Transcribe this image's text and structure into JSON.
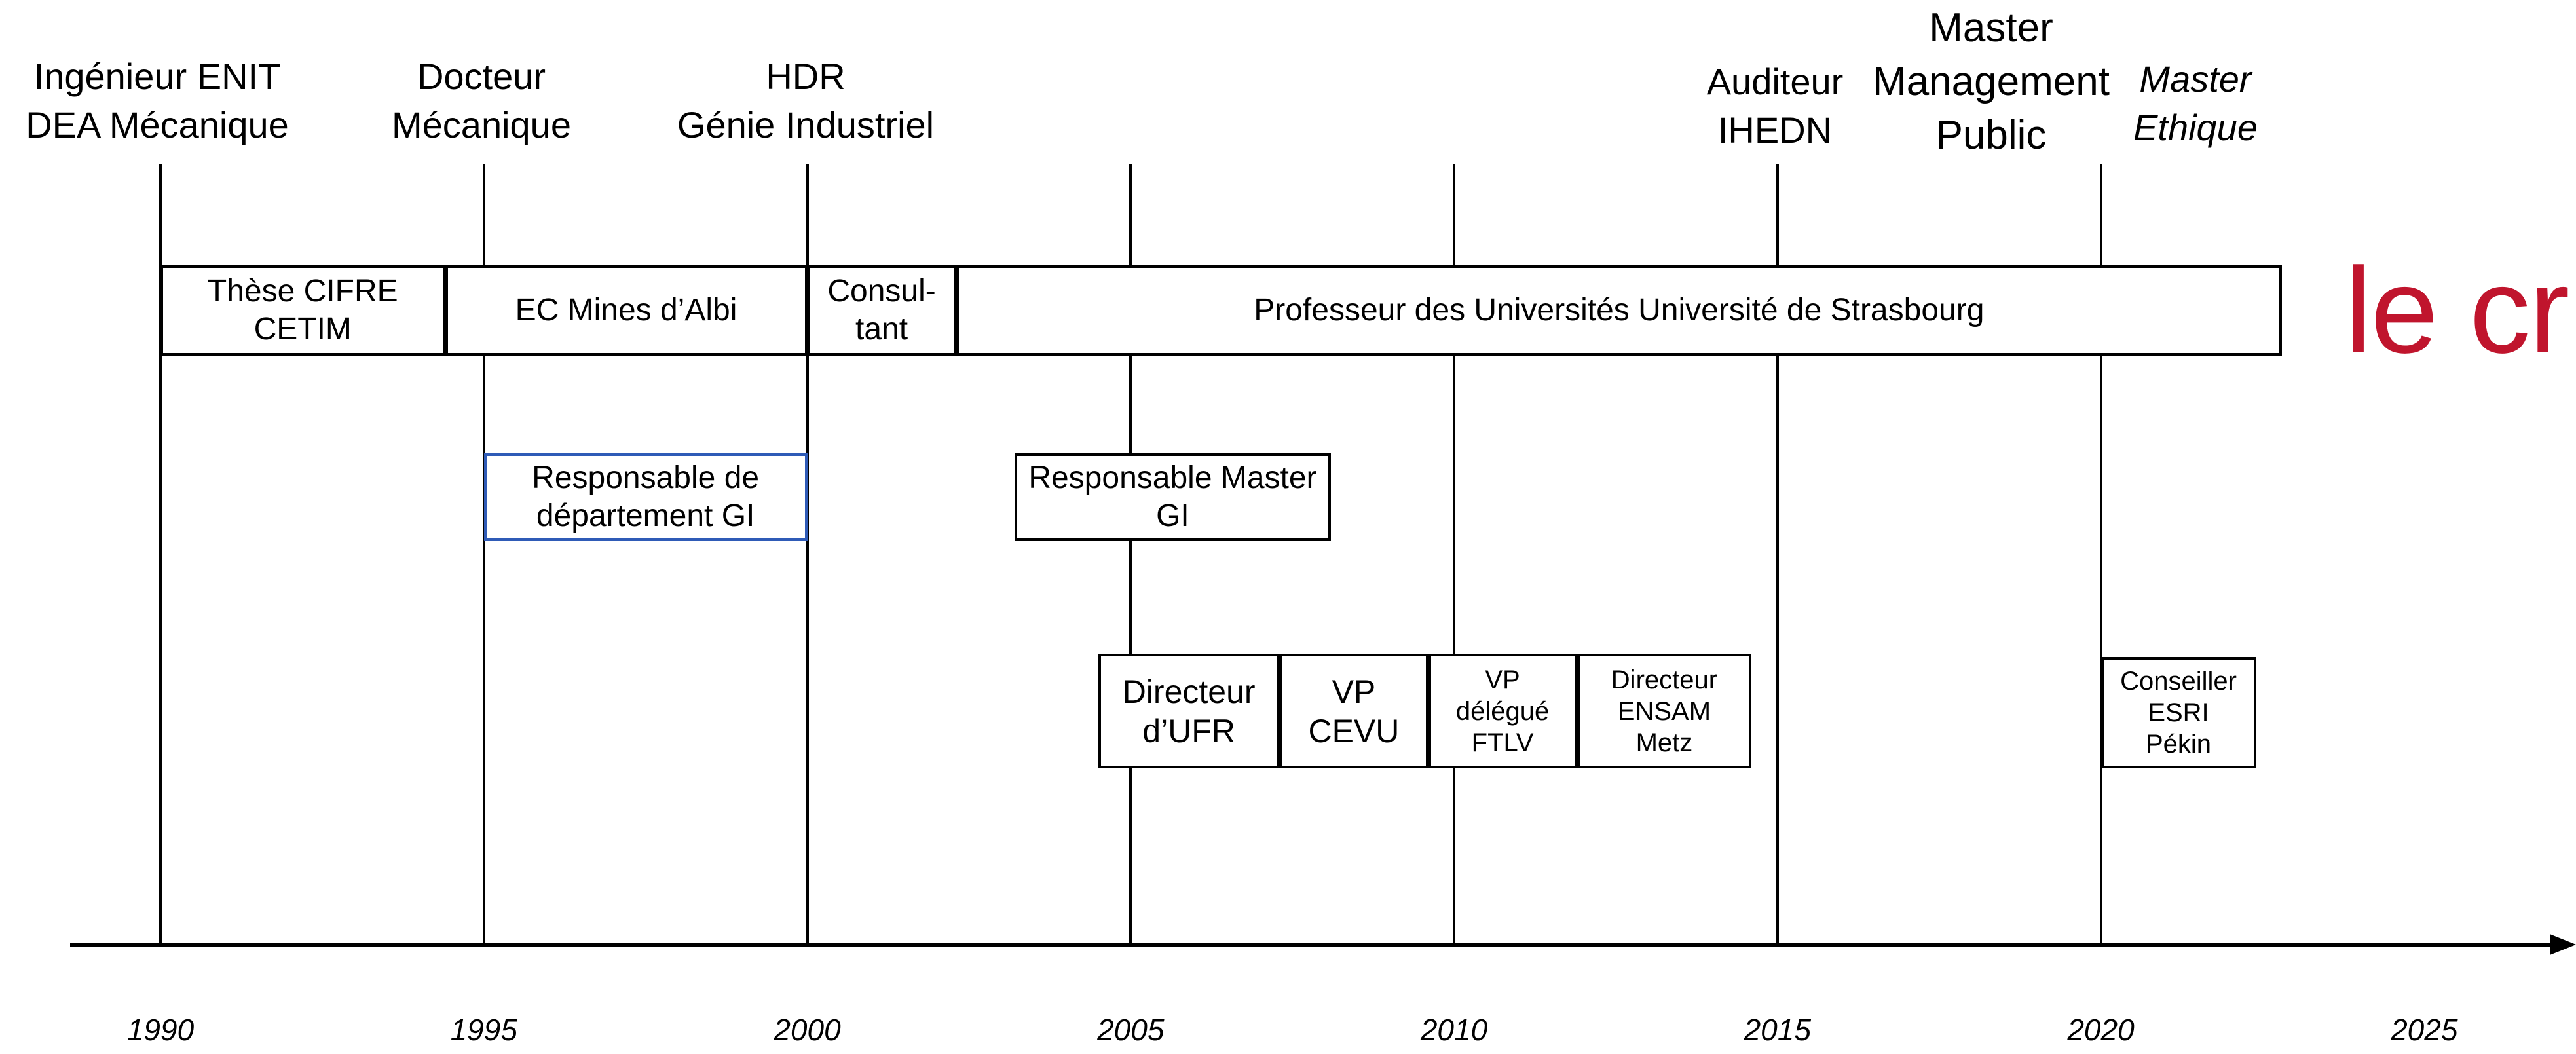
{
  "degrees": [
    {
      "label": "Ingénieur ENIT\nDEA Mécanique",
      "italic": false
    },
    {
      "label": "Docteur\nMécanique",
      "italic": false
    },
    {
      "label": "HDR\nGénie Industriel",
      "italic": false
    },
    {
      "label": "Auditeur\nIHEDN",
      "italic": false
    },
    {
      "label": "Master\nManagement\nPublic",
      "italic": false
    },
    {
      "label": "Master\nEthique",
      "italic": true
    }
  ],
  "career": [
    {
      "label": "Thèse CIFRE\nCETIM",
      "start": 1990,
      "end": 1994.4
    },
    {
      "label": "EC Mines d’Albi",
      "start": 1994.4,
      "end": 2000
    },
    {
      "label": "Consul-\ntant",
      "start": 2000,
      "end": 2002.3
    },
    {
      "label": "Professeur des Universités Université de Strasbourg",
      "start": 2002.3,
      "end": 2022.8
    }
  ],
  "responsibilities": [
    {
      "label": "Responsable de\ndépartement GI",
      "start": 1995,
      "end": 2000
    },
    {
      "label": "Responsable Master\nGI",
      "start": 2003.2,
      "end": 2008.1
    }
  ],
  "positions": [
    {
      "label": "Directeur\nd’UFR",
      "start": 2004.5,
      "end": 2007.3
    },
    {
      "label": "VP\nCEVU",
      "start": 2007.3,
      "end": 2009.6
    },
    {
      "label": "VP\ndélégué\nFTLV",
      "start": 2009.6,
      "end": 2011.9
    },
    {
      "label": "Directeur\nENSAM\nMetz",
      "start": 2011.9,
      "end": 2014.6
    },
    {
      "label": "Conseiller\nESRI\nPékin",
      "start": 2020,
      "end": 2022.4
    }
  ],
  "axis": {
    "ticks": [
      "1990",
      "1995",
      "2000",
      "2005",
      "2010",
      "2015",
      "2020",
      "2025"
    ],
    "gridlines": [
      1990,
      1995,
      2000,
      2005,
      2010,
      2015,
      2020
    ]
  },
  "logo": {
    "text": "le cr",
    "color": "#c0152d"
  }
}
